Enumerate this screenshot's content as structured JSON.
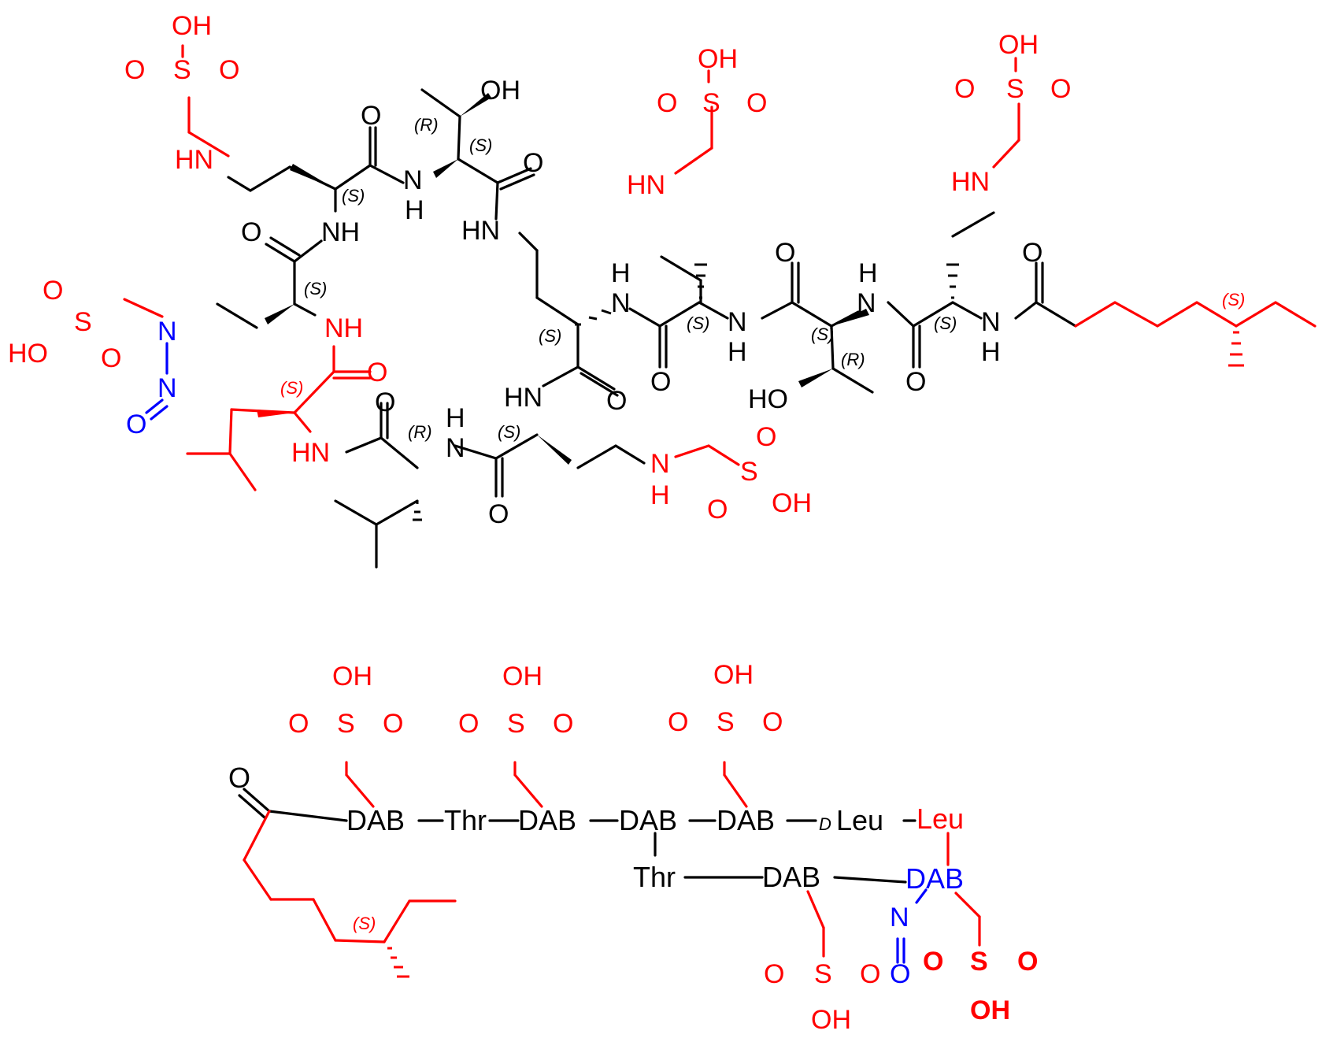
{
  "atoms": {
    "oh": "OH",
    "o": "O",
    "s": "S",
    "hn": "HN",
    "nh": "NH",
    "n": "N",
    "h": "H",
    "ho": "HO",
    "stereo_s": "(S)",
    "stereo_r": "(R)"
  },
  "sequence": {
    "dab": "DAB",
    "thr": "Thr",
    "d_prefix": "D",
    "leu": "Leu"
  },
  "colors": {
    "unchanged": "#000000",
    "modified": "#ff0000",
    "nitroso": "#0000ff"
  }
}
